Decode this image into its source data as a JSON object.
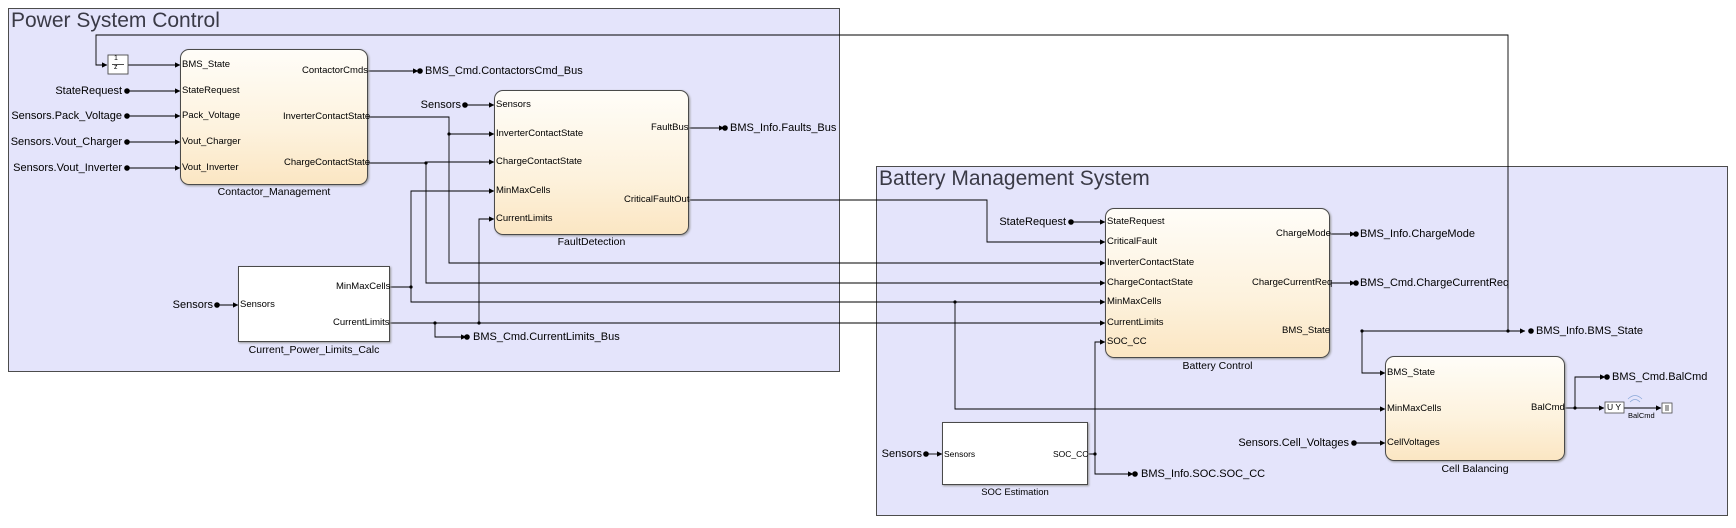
{
  "areas": {
    "power": "Power System Control",
    "bms": "Battery Management System"
  },
  "blocks": {
    "contactor": {
      "name": "Contactor_Management",
      "inputs": [
        "BMS_State",
        "StateRequest",
        "Pack_Voltage",
        "Vout_Charger",
        "Vout_Inverter"
      ],
      "outputs": [
        "ContactorCmds",
        "InverterContactState",
        "ChargeContactState"
      ]
    },
    "fault": {
      "name": "FaultDetection",
      "inputs": [
        "Sensors",
        "InverterContactState",
        "ChargeContactState",
        "MinMaxCells",
        "CurrentLimits"
      ],
      "outputs": [
        "FaultBus",
        "CriticalFaultOut"
      ]
    },
    "limits": {
      "name": "Current_Power_Limits_Calc",
      "inputs": [
        "Sensors"
      ],
      "outputs": [
        "MinMaxCells",
        "CurrentLimits"
      ]
    },
    "battery": {
      "name": "Battery Control",
      "inputs": [
        "StateRequest",
        "CriticalFault",
        "InverterContactState",
        "ChargeContactState",
        "MinMaxCells",
        "CurrentLimits",
        "SOC_CC"
      ],
      "outputs": [
        "ChargeMode",
        "ChargeCurrentReq",
        "BMS_State"
      ]
    },
    "balancing": {
      "name": "Cell Balancing",
      "inputs": [
        "BMS_State",
        "MinMaxCells",
        "CellVoltages"
      ],
      "outputs": [
        "BalCmd"
      ]
    },
    "soc": {
      "name": "SOC Estimation",
      "inputs": [
        "Sensors"
      ],
      "outputs": [
        "SOC_CC"
      ]
    }
  },
  "delay": {
    "top": "1",
    "bottom": "z"
  },
  "signals": {
    "state_request": "StateRequest",
    "pack_voltage": "Sensors.Pack_Voltage",
    "vout_charger": "Sensors.Vout_Charger",
    "vout_inverter": "Sensors.Vout_Inverter",
    "sensors_fault": "Sensors",
    "sensors_limits": "Sensors",
    "contactors_bus": "BMS_Cmd.ContactorsCmd_Bus",
    "faults_bus": "BMS_Info.Faults_Bus",
    "currentlimits_bus": "BMS_Cmd.CurrentLimits_Bus",
    "state_request_bms": "StateRequest",
    "charge_mode": "BMS_Info.ChargeMode",
    "charge_current_req": "BMS_Cmd.ChargeCurrentReq",
    "bms_state_out": "BMS_Info.BMS_State",
    "bal_cmd": "BMS_Cmd.BalCmd",
    "cell_voltages": "Sensors.Cell_Voltages",
    "sensors_soc": "Sensors",
    "soc_cc": "BMS_Info.SOC.SOC_CC",
    "balcmd_scope": "BalCmd",
    "uy": "U Y"
  },
  "colors": {
    "area_fill": "#e4e4fb",
    "block_fill": "#fdf2dd",
    "wire": "#000000"
  }
}
